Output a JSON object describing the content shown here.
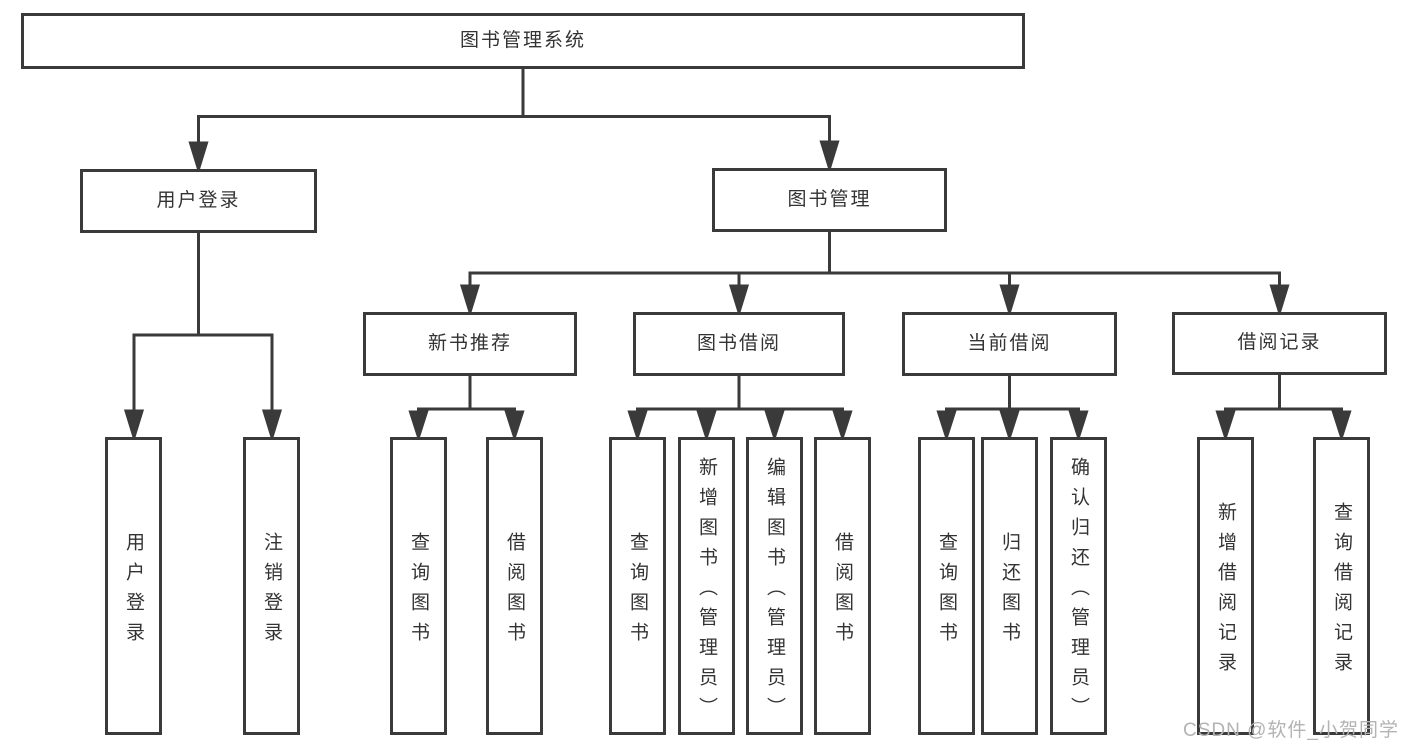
{
  "diagram": {
    "root": "图书管理系统",
    "branches": [
      {
        "label": "用户登录",
        "children": [
          "用户登录",
          "注销登录"
        ]
      },
      {
        "label": "图书管理",
        "children": [
          {
            "label": "新书推荐",
            "children": [
              "查询图书",
              "借阅图书"
            ]
          },
          {
            "label": "图书借阅",
            "children": [
              "查询图书",
              "新增图书（管理员）",
              "编辑图书（管理员）",
              "借阅图书"
            ]
          },
          {
            "label": "当前借阅",
            "children": [
              "查询图书",
              "归还图书",
              "确认归还（管理员）"
            ]
          },
          {
            "label": "借阅记录",
            "children": [
              "新增借阅记录",
              "查询借阅记录"
            ]
          }
        ]
      }
    ]
  },
  "watermark": {
    "text": "CSDN @软件_小贺同学"
  },
  "colors": {
    "line": "#3a3a3a",
    "text": "#333333",
    "box_background": "#ffffff",
    "watermark": "#b3b3b3",
    "page_background": "#ffffff"
  }
}
